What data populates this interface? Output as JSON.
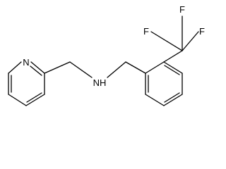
{
  "molecule": {
    "atom_labels": {
      "pyridine_nitrogen": "N",
      "amine": "NH",
      "fluorine_top": "F",
      "fluorine_left": "F",
      "fluorine_right": "F"
    },
    "colors": {
      "bond": "#000000",
      "label": "#000000",
      "background": "#ffffff"
    }
  }
}
